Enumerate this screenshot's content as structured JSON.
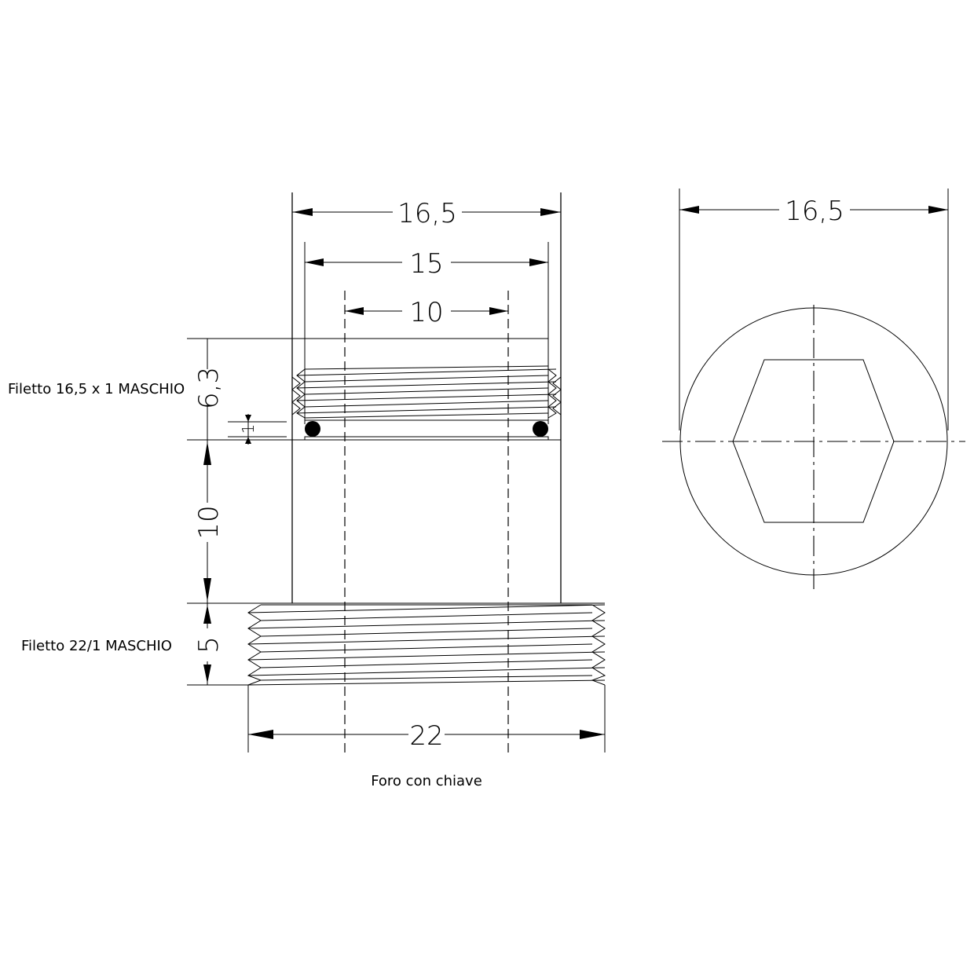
{
  "front_view": {
    "dim_top_width": "16,5",
    "dim_thread_width": "15",
    "dim_hole_width": "10",
    "dim_thread_height": "6,3",
    "dim_groove": "1",
    "dim_body_height": "10",
    "dim_bottom_thread_height": "5",
    "dim_bottom_width": "22"
  },
  "side_view": {
    "dim_diameter": "16,5"
  },
  "labels": {
    "upper_thread": "Filetto 16,5 x 1 MASCHIO",
    "lower_thread": "Filetto 22/1  MASCHIO",
    "caption": "Foro con chiave"
  }
}
